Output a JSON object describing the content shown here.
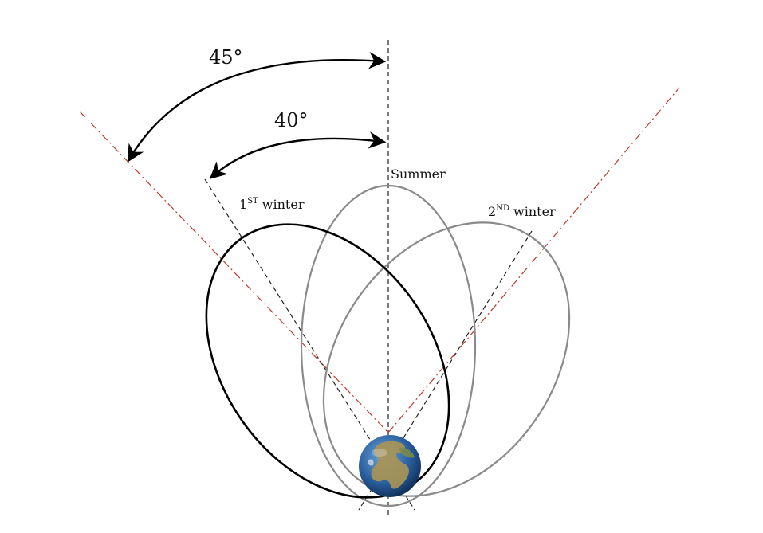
{
  "labels": {
    "angle_outer": "45°",
    "angle_inner": "40°",
    "summer": "Summer",
    "winter1_num": "1",
    "winter1_sup": "ST",
    "winter1_word": " winter",
    "winter2_num": "2",
    "winter2_sup": "ND",
    "winter2_word": " winter"
  },
  "colors": {
    "first_winter_orbit": "#000000",
    "other_orbits": "#8a8a8a",
    "dash_dot_line": "#c0392b",
    "dashed_line": "#222222",
    "ocean": "#2a5f9e",
    "land": "#9a8a4a"
  },
  "icons": {
    "earth": "earth-globe-icon"
  }
}
